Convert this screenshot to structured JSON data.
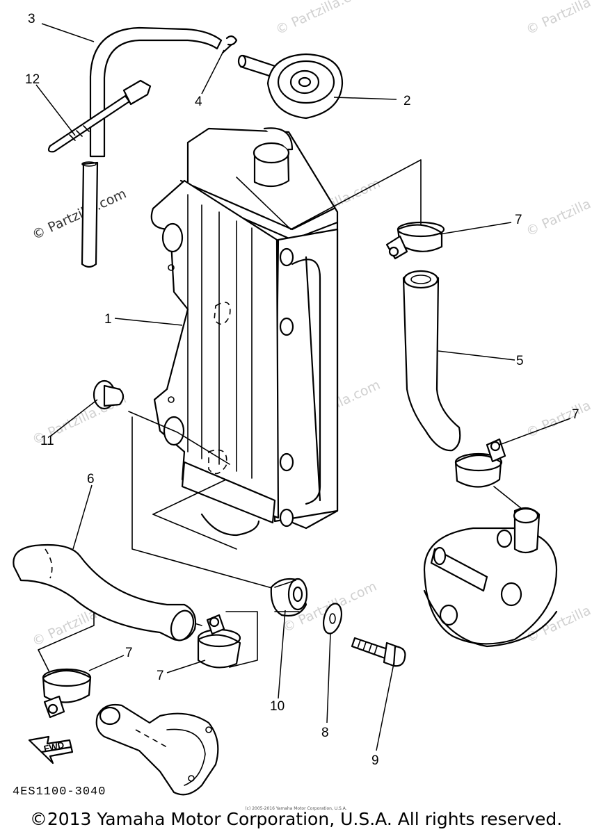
{
  "diagram": {
    "code": "4ES1100-3040",
    "copyright": "©2013 Yamaha Motor Corporation, U.S.A. All rights reserved.",
    "small_notice": "(c) 2005-2016 Yamaha Motor Corporation, U.S.A.",
    "watermark": "© Partzilla.com",
    "fwd_label": "FWD",
    "callouts": [
      {
        "id": "c1",
        "text": "1"
      },
      {
        "id": "c2",
        "text": "2"
      },
      {
        "id": "c3",
        "text": "3"
      },
      {
        "id": "c4",
        "text": "4"
      },
      {
        "id": "c5",
        "text": "5"
      },
      {
        "id": "c6",
        "text": "6"
      },
      {
        "id": "c7a",
        "text": "7"
      },
      {
        "id": "c7b",
        "text": "7"
      },
      {
        "id": "c7c",
        "text": "7"
      },
      {
        "id": "c7d",
        "text": "7"
      },
      {
        "id": "c8",
        "text": "8"
      },
      {
        "id": "c9",
        "text": "9"
      },
      {
        "id": "c10",
        "text": "10"
      },
      {
        "id": "c11",
        "text": "11"
      },
      {
        "id": "c12",
        "text": "12"
      }
    ]
  }
}
